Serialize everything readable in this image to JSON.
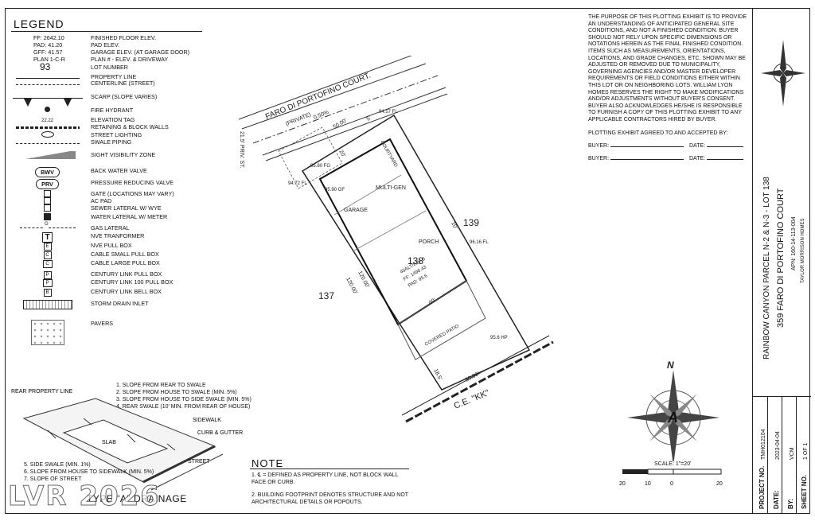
{
  "legend": {
    "title": "LEGEND",
    "items": [
      {
        "symbol": "FF: 2642.10",
        "label": "FINISHED FLOOR ELEV.",
        "icon": "text"
      },
      {
        "symbol": "PAD: 41.20",
        "label": "PAD ELEV.",
        "icon": "text"
      },
      {
        "symbol": "GFF: 41.57",
        "label": "GARAGE ELEV. (AT GARAGE DOOR)",
        "icon": "text"
      },
      {
        "symbol": "PLAN 1-C-R",
        "label": "PLAN # - ELEV. & DRIVEWAY",
        "icon": "text"
      },
      {
        "symbol": "93",
        "label": "LOT NUMBER",
        "icon": "text"
      },
      {
        "symbol": "",
        "label": "PROPERTY LINE",
        "icon": "pl-symbol"
      },
      {
        "symbol": "",
        "label": "CENTERLINE (STREET)",
        "icon": "cl-symbol"
      },
      {
        "symbol": "",
        "label": "SCARP (SLOPE VARIES)",
        "icon": "scarp-icon"
      },
      {
        "symbol": "",
        "label": "FIRE HYDRANT",
        "icon": "hydrant-icon"
      },
      {
        "symbol": "22.22",
        "label": "ELEVATION TAG",
        "icon": "elev-tag"
      },
      {
        "symbol": "",
        "label": "RETAINING & BLOCK WALLS",
        "icon": "wall-icon"
      },
      {
        "symbol": "",
        "label": "STREET LIGHTING",
        "icon": "light-icon"
      },
      {
        "symbol": "",
        "label": "SWALE PIPING",
        "icon": "swale-icon"
      },
      {
        "symbol": "",
        "label": "SIGHT VISIBILITY ZONE",
        "icon": "sight-icon"
      },
      {
        "symbol": "BWV",
        "label": "BACK WATER VALVE",
        "icon": "oval"
      },
      {
        "symbol": "PRV",
        "label": "PRESSURE REDUCING VALVE",
        "icon": "oval"
      },
      {
        "symbol": "",
        "label": "GATE (LOCATIONS MAY VARY)",
        "icon": "gate-icon"
      },
      {
        "symbol": "",
        "label": "AC PAD",
        "icon": "box"
      },
      {
        "symbol": "",
        "label": "SEWER LATERAL W/ WYE",
        "icon": "sewer-icon"
      },
      {
        "symbol": "",
        "label": "WATER LATERAL W/ METER",
        "icon": "water-icon"
      },
      {
        "symbol": "G",
        "label": "GAS LATERAL",
        "icon": "gas-icon"
      },
      {
        "symbol": "T",
        "label": "NVE TRANFORMER",
        "icon": "boxT"
      },
      {
        "symbol": "E",
        "label": "NVE PULL BOX",
        "icon": "boxS"
      },
      {
        "symbol": "C",
        "label": "CABLE SMALL PULL BOX",
        "icon": "boxS"
      },
      {
        "symbol": "C",
        "label": "CABLE LARGE PULL BOX",
        "icon": "boxM"
      },
      {
        "symbol": "P",
        "label": "CENTURY LINK PULL BOX",
        "icon": "boxS"
      },
      {
        "symbol": "P",
        "label": "CENTURY LINK 100 PULL BOX",
        "icon": "boxM"
      },
      {
        "symbol": "B",
        "label": "CENTURY LINK BELL BOX",
        "icon": "boxS"
      },
      {
        "symbol": "",
        "label": "STORM DRAIN INLET",
        "icon": "inlet-icon"
      },
      {
        "symbol": "",
        "label": "PAVERS",
        "icon": "pavers-icon"
      }
    ]
  },
  "purpose_text": "THE PURPOSE OF THIS PLOTTING EXHIBIT IS TO PROVIDE AN UNDERSTANDING OF ANTICIPATED GENERAL SITE CONDITIONS, AND NOT A FINISHED CONDITION. BUYER SHOULD NOT RELY UPON SPECIFIC DIMENSIONS OR NOTATIONS HEREIN AS THE FINAL FINISHED CONDITION. ITEMS SUCH AS MEASUREMENTS, ORIENTATIONS, LOCATIONS, AND GRADE CHANGES, ETC. SHOWN MAY BE ADJUSTED OR REMOVED DUE TO MUNICIPALITY, GOVERNING AGENCIES AND/OR MASTER DEVELOPER REQUIREMENTS OR FIELD CONDITIONS EITHER WITHIN THIS LOT OR ON NEIGHBORING LOTS. WILLIAM LYON HOMES RESERVES THE RIGHT TO MAKE MODIFICATIONS AND/OR ADJUSTMENTS WITHOUT BUYER'S CONSENT. BUYER ALSO ACKNOWLEDGES HE/SHE IS RESPONSIBLE TO FURNISH A COPY OF THIS PLOTTING EXHIBIT TO ANY APPLICABLE CONTRACTORS HIRED BY BUYER.",
  "agreement": {
    "heading": "PLOTTING EXHIBIT AGREED TO AND ACCEPTED BY:",
    "buyer_label": "BUYER:",
    "date_label": "DATE:"
  },
  "title_block": {
    "project_title": "RAINBOW CANYON PARCEL N-2 & N-3 - LOT 138",
    "address": "359 FARO DI PORTOFINO COURT",
    "apn": "APN: 160-14-113-004",
    "builder": "TAYLOR MORRISON HOMES",
    "fields": [
      {
        "label": "PROJECT NO.",
        "value": "TMH012104"
      },
      {
        "label": "DATE:",
        "value": "2023-04-04"
      },
      {
        "label": "BY:",
        "value": "VCM"
      },
      {
        "label": "SHEET NO.",
        "value": "1 OF 1"
      }
    ]
  },
  "site_plan": {
    "street_name": "FARO DI PORTOFINO COURT.",
    "street_private": "(PRIVATE)",
    "street_slope": "0.50%",
    "street_width": "21.5' PRIV. ST.",
    "rear_street": "C.E. \"KK\"",
    "lot_number": "138",
    "lot_plan": "40ALT/ELV B",
    "lot_ff": "FF: 1496.43",
    "lot_pad": "PAD: 95.6",
    "neighbor_left": "137",
    "neighbor_right": "139",
    "rooms": [
      "COURTYARD",
      "MULTI-GEN",
      "GARAGE",
      "PORCH",
      "COVERED PATIO"
    ],
    "dims": [
      "50.00'",
      "50.00'",
      "120.00'",
      "120.00'",
      "20'",
      "40'",
      "10'",
      "5'",
      "18.5'"
    ],
    "elevations": [
      "94.57 FL",
      "94.72 FL",
      "95.80 FG",
      "95.90 GF",
      "96.16 FL",
      "95.6 HP"
    ],
    "scale_label": "SCALE: 1\"=20'",
    "scale_ticks": [
      "20",
      "10",
      "0",
      "20"
    ]
  },
  "notes": {
    "title": "NOTE",
    "items": [
      "1.  ℄ = DEFINED AS PROPERTY LINE, NOT BLOCK WALL FACE OR CURB.",
      "2.  BUILDING FOOTPRINT DENOTES STRUCTURE AND NOT ARCHITECTURAL DETAILS OR POPOUTS."
    ]
  },
  "drainage": {
    "title": "TYPE \"A\" DRAINAGE",
    "steps_top": [
      "1. SLOPE FROM REAR TO SWALE",
      "2. SLOPE FROM HOUSE TO SWALE (MIN. 5%)",
      "3. SLOPE FROM HOUSE TO SIDE SWALE (MIN. 5%)",
      "4. REAR SWALE (10' MIN. FROM REAR OF HOUSE)"
    ],
    "steps_bottom": [
      "5. SIDE SWALE (MIN. 1%)",
      "6. SLOPE FROM HOUSE TO SIDEWALK (MIN. 5%)",
      "7. SLOPE OF STREET"
    ],
    "labels": [
      "REAR PROPERTY LINE",
      "SLAB",
      "SIDEWALK",
      "CURB & GUTTER",
      "STREET"
    ]
  },
  "compass_letter": "N",
  "watermark": "LVR 2026"
}
